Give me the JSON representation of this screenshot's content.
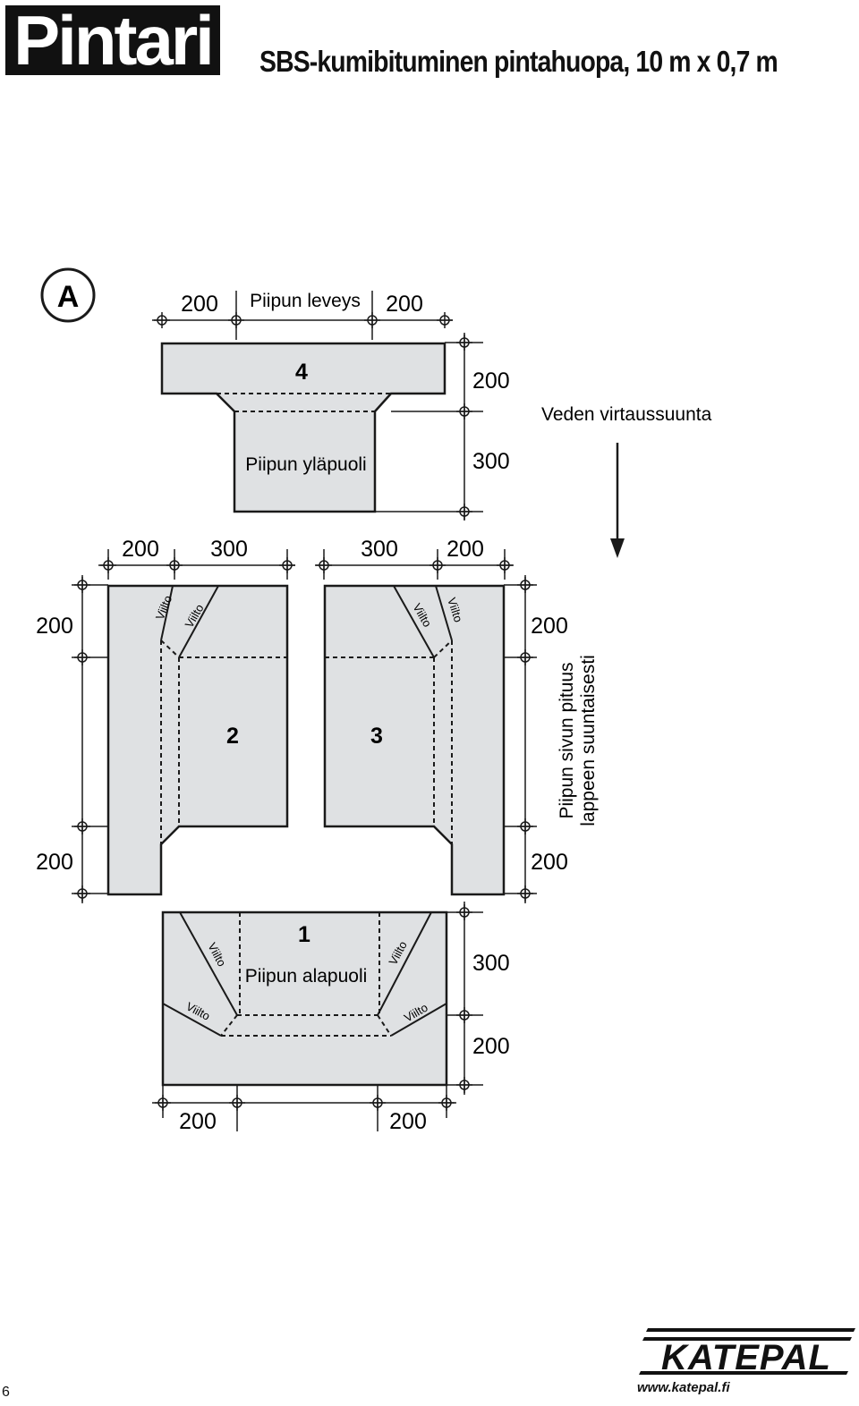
{
  "header": {
    "brand": "Pintari",
    "title": "SBS-kumibituminen pintahuopa, 10 m x 0,7 m"
  },
  "diagram": {
    "figure_label": "A",
    "top_dims": {
      "left": "200",
      "label": "Piipun leveys",
      "right": "200"
    },
    "piece4": {
      "number": "4",
      "label": "Piipun yläpuoli",
      "dim_top": "200",
      "dim_bottom": "300"
    },
    "flow": {
      "label": "Veden virtaussuunta"
    },
    "mid_dims": {
      "a": "200",
      "b": "300",
      "c": "300",
      "d": "200"
    },
    "side_dims": {
      "left_top": "200",
      "left_bottom": "200",
      "right_top": "200",
      "right_bottom": "200"
    },
    "piece2": {
      "number": "2"
    },
    "piece3": {
      "number": "3"
    },
    "side_note": {
      "line1": "Piipun sivun pituus",
      "line2": "lappeen suuntaisesti"
    },
    "cut_label": "Viilto",
    "piece1": {
      "number": "1",
      "label": "Piipun alapuoli",
      "dim_top": "300",
      "dim_bottom": "200"
    },
    "bottom_dims": {
      "left": "200",
      "right": "200"
    }
  },
  "footer": {
    "logo": "KATEPAL",
    "url": "www.katepal.fi",
    "page_number": "6"
  },
  "colors": {
    "piece_fill": "#dfe1e3",
    "ink": "#1a1a1a"
  }
}
